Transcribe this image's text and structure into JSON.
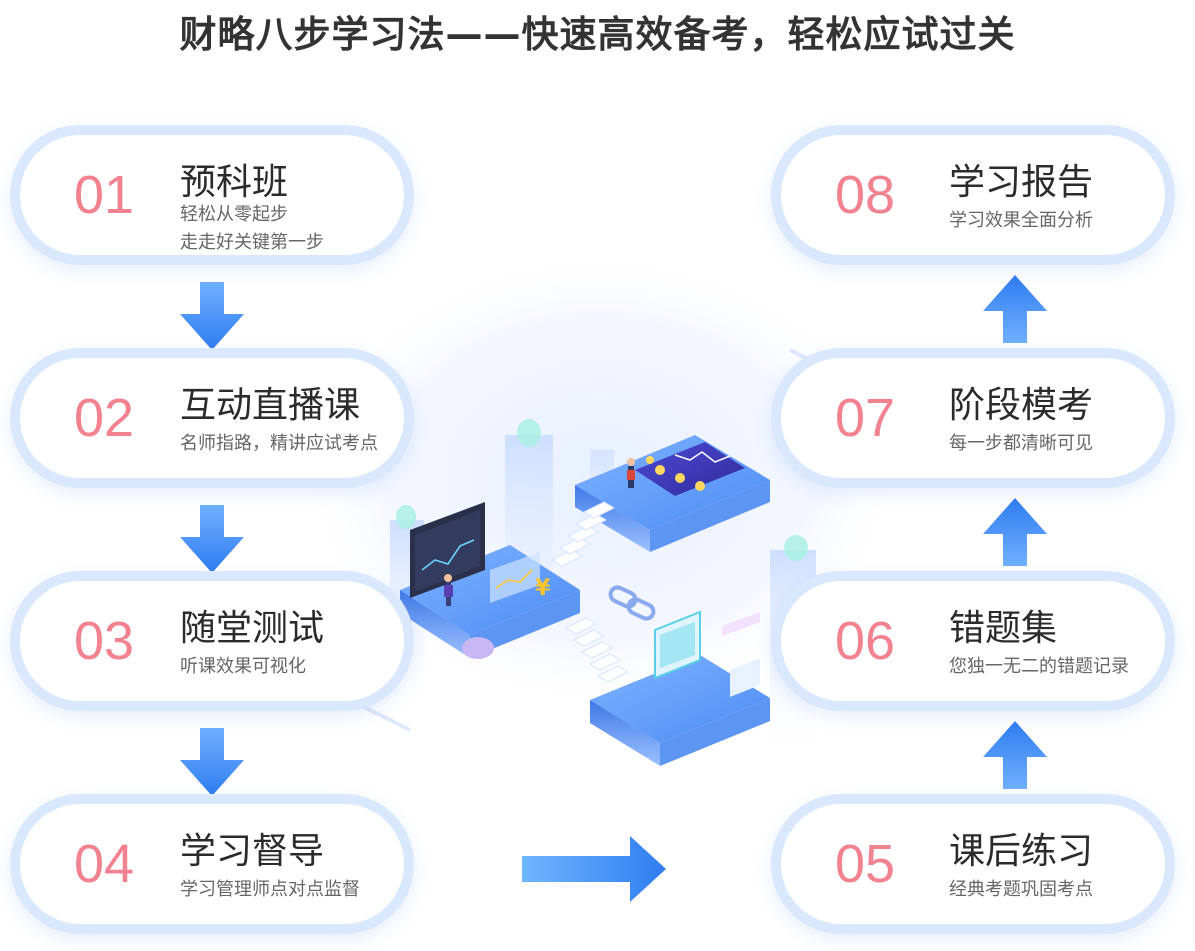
{
  "title": "财略八步学习法——快速高效备考，轻松应试过关",
  "steps": [
    {
      "num": "01",
      "name": "预科班",
      "desc": [
        "轻松从零起步",
        "走走好关键第一步"
      ]
    },
    {
      "num": "02",
      "name": "互动直播课",
      "desc": [
        "名师指路，精讲应试考点"
      ]
    },
    {
      "num": "03",
      "name": "随堂测试",
      "desc": [
        "听课效果可视化"
      ]
    },
    {
      "num": "04",
      "name": "学习督导",
      "desc": [
        "学习管理师点对点监督"
      ]
    },
    {
      "num": "05",
      "name": "课后练习",
      "desc": [
        "经典考题巩固考点"
      ]
    },
    {
      "num": "06",
      "name": "错题集",
      "desc": [
        "您独一无二的错题记录"
      ]
    },
    {
      "num": "07",
      "name": "阶段模考",
      "desc": [
        "每一步都清晰可见"
      ]
    },
    {
      "num": "08",
      "name": "学习报告",
      "desc": [
        "学习效果全面分析"
      ]
    }
  ],
  "colors": {
    "number": "#f2828f",
    "pill_border": "#d9e8fd",
    "arrow": "#3a8cf0"
  },
  "icons": {
    "arrow_down": "arrow-down-icon",
    "arrow_up": "arrow-up-icon",
    "arrow_right": "arrow-right-icon",
    "currency": "yen-icon"
  },
  "illustration_currency_symbol": "¥"
}
